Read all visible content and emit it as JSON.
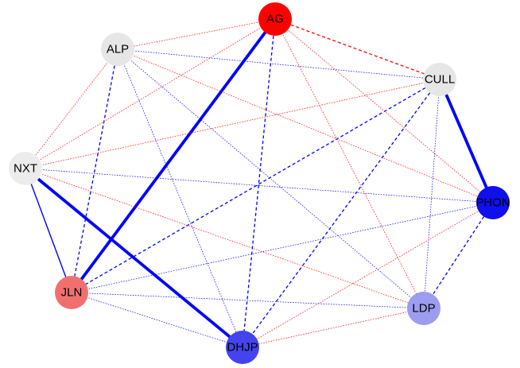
{
  "graph": {
    "nodes": [
      {
        "id": "AG",
        "label": "AG",
        "color": "#ff0000"
      },
      {
        "id": "ALP",
        "label": "ALP",
        "color": "#e6e6e6"
      },
      {
        "id": "CULL",
        "label": "CULL",
        "color": "#e6e6e6"
      },
      {
        "id": "NXT",
        "label": "NXT",
        "color": "#ececec"
      },
      {
        "id": "PHON",
        "label": "PHON",
        "color": "#1010ee"
      },
      {
        "id": "JLN",
        "label": "JLN",
        "color": "#f07070"
      },
      {
        "id": "LDP",
        "label": "LDP",
        "color": "#9c9cf0"
      },
      {
        "id": "DHJP",
        "label": "DHJP",
        "color": "#4444ee"
      }
    ],
    "edge_colors": {
      "positive": "#0000ff",
      "negative": "#ff0000"
    },
    "edges": [
      {
        "source": "NXT",
        "target": "DHJP",
        "sign": "positive",
        "style": "solid"
      },
      {
        "source": "JLN",
        "target": "AG",
        "sign": "positive",
        "style": "solid"
      },
      {
        "source": "CULL",
        "target": "PHON",
        "sign": "positive",
        "style": "solid"
      },
      {
        "source": "NXT",
        "target": "JLN",
        "sign": "positive",
        "style": "solid"
      },
      {
        "source": "AG",
        "target": "CULL",
        "sign": "negative",
        "style": "dashed"
      },
      {
        "source": "AG",
        "target": "DHJP",
        "sign": "positive",
        "style": "dashed"
      },
      {
        "source": "ALP",
        "target": "JLN",
        "sign": "positive",
        "style": "dashed"
      },
      {
        "source": "CULL",
        "target": "DHJP",
        "sign": "positive",
        "style": "dashed"
      },
      {
        "source": "CULL",
        "target": "JLN",
        "sign": "positive",
        "style": "dashed"
      },
      {
        "source": "PHON",
        "target": "LDP",
        "sign": "positive",
        "style": "dashed"
      },
      {
        "source": "AG",
        "target": "ALP",
        "sign": "negative",
        "style": "dotted"
      },
      {
        "source": "AG",
        "target": "NXT",
        "sign": "negative",
        "style": "dotted"
      },
      {
        "source": "AG",
        "target": "PHON",
        "sign": "negative",
        "style": "dotted"
      },
      {
        "source": "AG",
        "target": "LDP",
        "sign": "negative",
        "style": "dotted"
      },
      {
        "source": "ALP",
        "target": "CULL",
        "sign": "positive",
        "style": "dotted"
      },
      {
        "source": "ALP",
        "target": "NXT",
        "sign": "negative",
        "style": "dotted"
      },
      {
        "source": "ALP",
        "target": "PHON",
        "sign": "negative",
        "style": "dotted"
      },
      {
        "source": "ALP",
        "target": "LDP",
        "sign": "positive",
        "style": "dotted"
      },
      {
        "source": "ALP",
        "target": "DHJP",
        "sign": "positive",
        "style": "dotted"
      },
      {
        "source": "CULL",
        "target": "NXT",
        "sign": "negative",
        "style": "dotted"
      },
      {
        "source": "CULL",
        "target": "LDP",
        "sign": "positive",
        "style": "dotted"
      },
      {
        "source": "NXT",
        "target": "PHON",
        "sign": "positive",
        "style": "dotted"
      },
      {
        "source": "NXT",
        "target": "LDP",
        "sign": "negative",
        "style": "dotted"
      },
      {
        "source": "PHON",
        "target": "JLN",
        "sign": "positive",
        "style": "dotted"
      },
      {
        "source": "PHON",
        "target": "DHJP",
        "sign": "negative",
        "style": "dotted"
      },
      {
        "source": "JLN",
        "target": "LDP",
        "sign": "positive",
        "style": "dotted"
      },
      {
        "source": "JLN",
        "target": "DHJP",
        "sign": "positive",
        "style": "dotted"
      },
      {
        "source": "LDP",
        "target": "DHJP",
        "sign": "negative",
        "style": "dotted"
      }
    ]
  }
}
